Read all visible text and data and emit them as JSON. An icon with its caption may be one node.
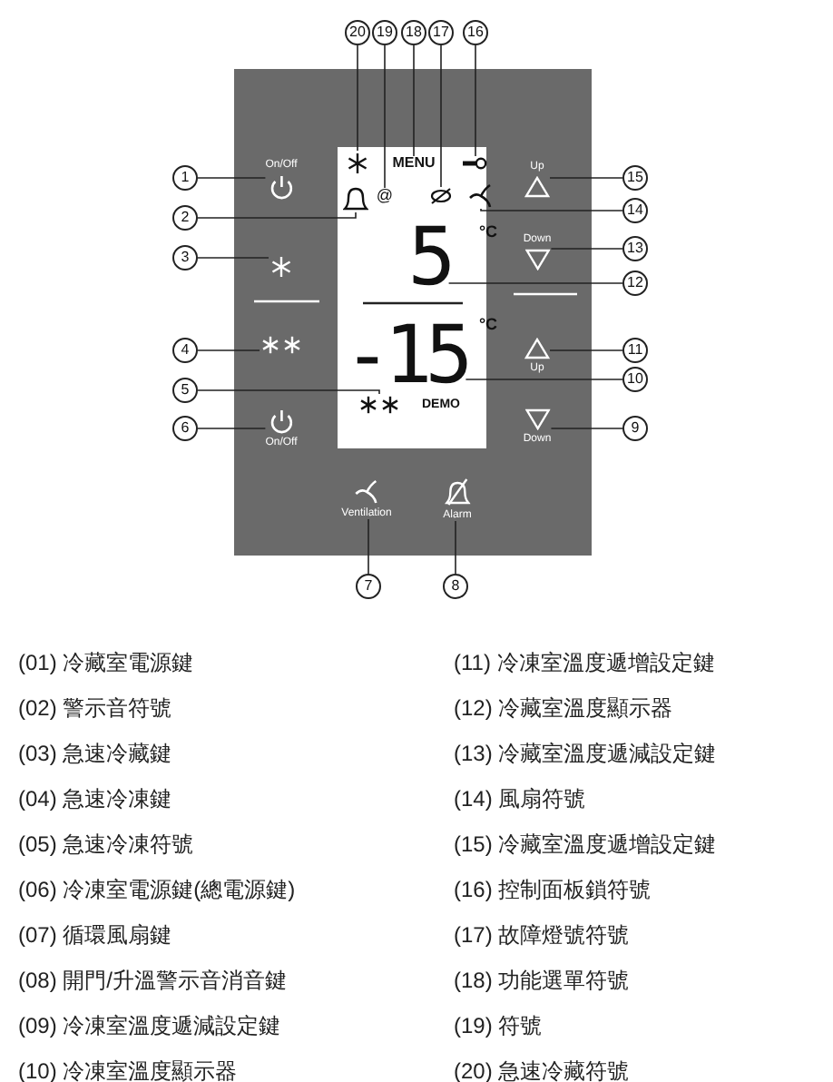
{
  "diagram": {
    "nodes": [
      {
        "text": [
          "1"
        ]
      },
      {
        "text": [
          "2"
        ]
      },
      {
        "text": [
          "3"
        ]
      },
      {
        "text": [
          "4"
        ]
      },
      {
        "text": [
          "5"
        ]
      },
      {
        "text": [
          "6"
        ]
      },
      {
        "text": [
          "7"
        ]
      },
      {
        "text": [
          "8"
        ]
      },
      {
        "text": [
          "9"
        ]
      },
      {
        "text": [
          "10"
        ]
      },
      {
        "text": [
          "11"
        ]
      },
      {
        "text": [
          "12"
        ]
      },
      {
        "text": [
          "13"
        ]
      },
      {
        "text": [
          "14"
        ]
      },
      {
        "text": [
          "15"
        ]
      },
      {
        "text": [
          "16"
        ]
      },
      {
        "text": [
          "17"
        ]
      },
      {
        "text": [
          "18"
        ]
      },
      {
        "text": [
          "19"
        ]
      },
      {
        "text": [
          "20"
        ]
      },
      {
        "text": [
          "On/Off"
        ]
      },
      {
        "text": [],
        "shape": "bell"
      },
      {
        "text": [],
        "shape": "snowflake"
      },
      {
        "text": [],
        "shape": "snowflake"
      },
      {
        "text": [],
        "shape": "snowflake"
      },
      {
        "text": [
          "On/Off"
        ]
      },
      {
        "text": [
          "Ventilation"
        ]
      },
      {
        "text": [
          "Alarm"
        ]
      },
      {
        "text": [
          "Down"
        ]
      },
      {
        "text": [
          "-15"
        ]
      },
      {
        "text": [
          "Up"
        ]
      },
      {
        "text": [
          "5"
        ]
      },
      {
        "text": [
          "Down"
        ]
      },
      {
        "text": [],
        "shape": "fan"
      },
      {
        "text": [
          "Up"
        ]
      },
      {
        "text": [],
        "shape": "key"
      },
      {
        "text": [],
        "shape": "lamp"
      },
      {
        "text": [
          "MENU"
        ]
      },
      {
        "text": [
          "@"
        ]
      },
      {
        "text": [],
        "shape": "snowflake"
      }
    ],
    "edges": [
      {
        "from": 0,
        "to": 20,
        "arrow": "none"
      },
      {
        "from": 1,
        "to": 21,
        "arrow": "none"
      },
      {
        "from": 2,
        "to": 22,
        "arrow": "none"
      },
      {
        "from": 3,
        "to": 23,
        "arrow": "none"
      },
      {
        "from": 4,
        "to": 24,
        "arrow": "none"
      },
      {
        "from": 5,
        "to": 25,
        "arrow": "none"
      },
      {
        "from": 6,
        "to": 26,
        "arrow": "none"
      },
      {
        "from": 7,
        "to": 27,
        "arrow": "none"
      },
      {
        "from": 8,
        "to": 28,
        "arrow": "none"
      },
      {
        "from": 9,
        "to": 29,
        "arrow": "none"
      },
      {
        "from": 10,
        "to": 30,
        "arrow": "none"
      },
      {
        "from": 11,
        "to": 31,
        "arrow": "none"
      },
      {
        "from": 12,
        "to": 32,
        "arrow": "none"
      },
      {
        "from": 13,
        "to": 33,
        "arrow": "none"
      },
      {
        "from": 14,
        "to": 34,
        "arrow": "none"
      },
      {
        "from": 15,
        "to": 35,
        "arrow": "none"
      },
      {
        "from": 16,
        "to": 36,
        "arrow": "none"
      },
      {
        "from": 17,
        "to": 37,
        "arrow": "none"
      },
      {
        "from": 18,
        "to": 38,
        "arrow": "none"
      },
      {
        "from": 19,
        "to": 39,
        "arrow": "none"
      }
    ],
    "labels": [
      "°C",
      "°C",
      "DEMO",
      "(01) 冷藏室電源鍵",
      "(11) 冷凍室溫度遞增設定鍵",
      "(02) 警示音符號",
      "(12) 冷藏室溫度顯示器",
      "(03) 急速冷藏鍵",
      "(13) 冷藏室溫度遞減設定鍵",
      "(04) 急速冷凍鍵",
      "(14) 風扇符號",
      "(05) 急速冷凍符號",
      "(15) 冷藏室溫度遞增設定鍵",
      "(06) 冷凍室電源鍵(總電源鍵)",
      "(16) 控制面板鎖符號",
      "(07) 循環風扇鍵",
      "(17) 故障燈號符號",
      "(08) 開門/升溫警示音消音鍵",
      "(18) 功能選單符號",
      "(09) 冷凍室溫度遞減設定鍵",
      "(19) 符號",
      "(10) 冷凍室溫度顯示器",
      "(20) 急速冷藏符號"
    ]
  }
}
